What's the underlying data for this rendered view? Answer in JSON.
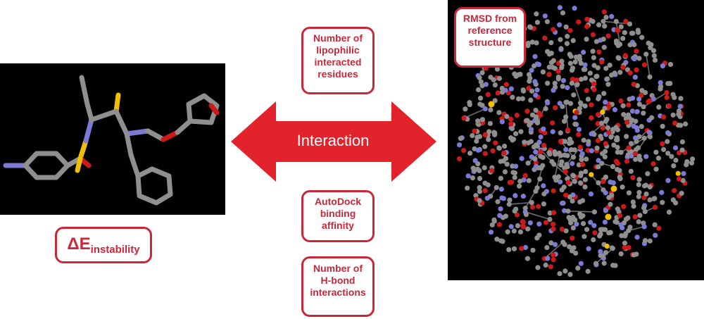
{
  "center": {
    "arrow_label": "Interaction",
    "lipophilic_box": [
      "Number of",
      "lipophilic",
      "interacted",
      "residues"
    ],
    "autodock_box": [
      "AutoDock",
      "binding",
      "affinity"
    ],
    "hbond_box": [
      "Number of",
      "H-bond",
      "interactions"
    ]
  },
  "left": {
    "energy_main": "ΔE",
    "energy_sub": "instability"
  },
  "right": {
    "rmsd_box": [
      "RMSD from",
      "reference",
      "structure"
    ]
  },
  "colors": {
    "accent": "#c8283a",
    "arrow": "#e2232b",
    "panel_bg": "#000000",
    "carbon": "#8f8f8f",
    "nitrogen": "#7b7bd6",
    "oxygen": "#cc1a1a",
    "sulfur": "#f0c000"
  }
}
